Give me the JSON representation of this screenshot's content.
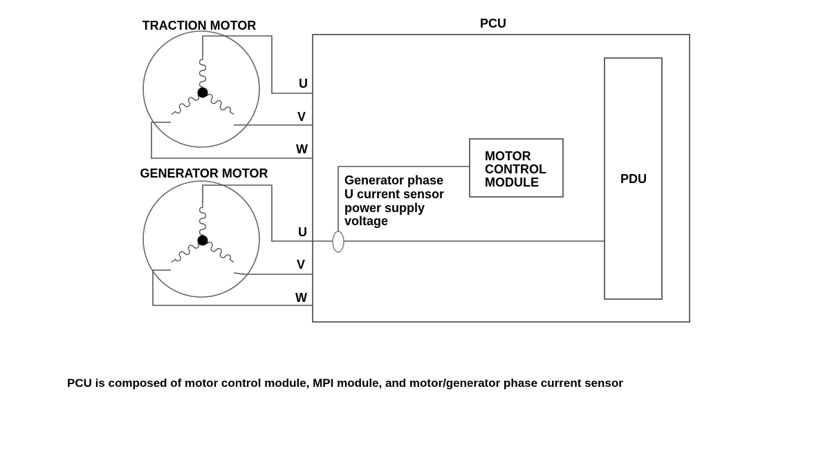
{
  "diagram": {
    "traction_motor": {
      "title": "TRACTION MOTOR",
      "u": "U",
      "v": "V",
      "w": "W"
    },
    "generator_motor": {
      "title": "GENERATOR MOTOR",
      "u": "U",
      "v": "V",
      "w": "W"
    },
    "pcu": {
      "title": "PCU"
    },
    "pdu": {
      "label": "PDU"
    },
    "motor_control_module": {
      "line1": "MOTOR",
      "line2": "CONTROL",
      "line3": "MODULE"
    },
    "sensor": {
      "line1": "Generator phase",
      "line2": "U current sensor",
      "line3": "power supply",
      "line4": "voltage"
    },
    "caption": "PCU is composed of motor control module, MPI module, and motor/generator phase current sensor"
  }
}
